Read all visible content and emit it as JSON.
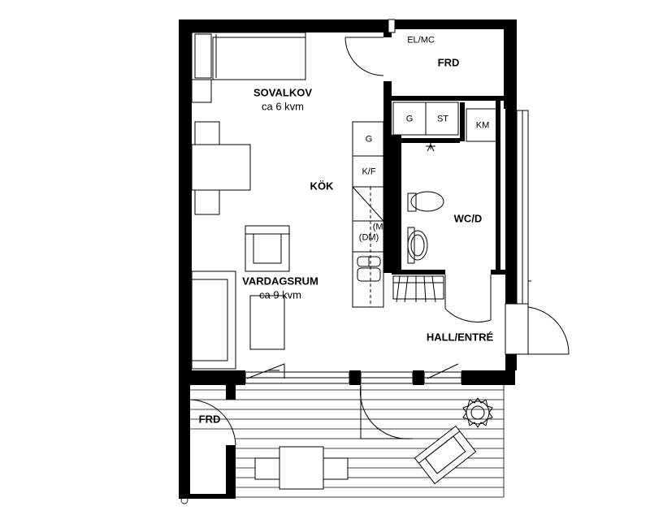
{
  "rooms": {
    "sovalkov": "SOVALKOV",
    "sovalkov_area": "ca 6 kvm",
    "kok": "KÖK",
    "vardagsrum": "VARDAGSRUM",
    "vardagsrum_area": "ca 9 kvm",
    "frd_top": "FRD",
    "wcd": "WC/D",
    "hall": "HALL/ENTRÉ",
    "frd_balcony": "FRD"
  },
  "fixtures": {
    "elmc": "EL/MC",
    "g_top": "G",
    "st": "ST",
    "km": "KM",
    "g_kitchen": "G",
    "kf": "K/F",
    "dm": "(DM)",
    "m": "(M)"
  },
  "colors": {
    "wall": "#000000",
    "line": "#000000",
    "background": "#ffffff"
  }
}
